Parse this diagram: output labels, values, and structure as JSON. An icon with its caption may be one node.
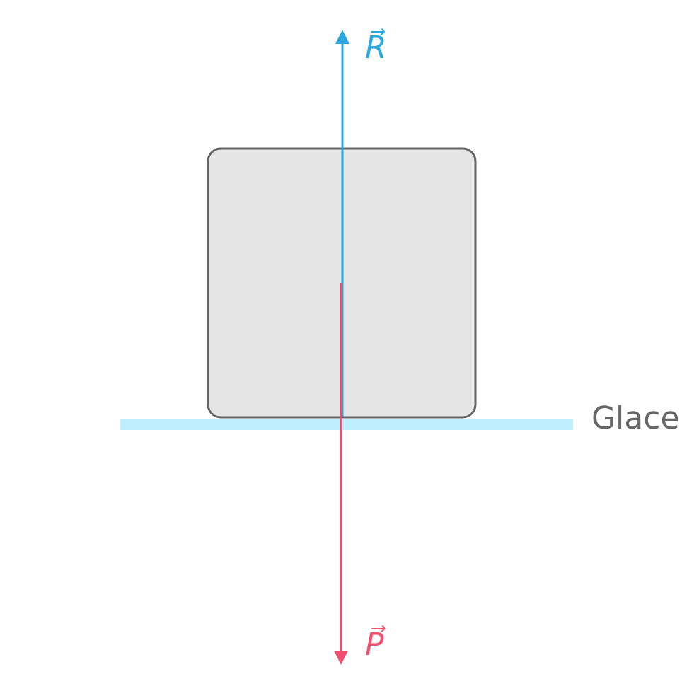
{
  "diagram": {
    "nodes": [
      {
        "text": [],
        "shape": "box"
      },
      {
        "text": [],
        "shape": "bar"
      }
    ],
    "labels": [
      "R⃗",
      "Glace",
      "P⃗"
    ]
  }
}
